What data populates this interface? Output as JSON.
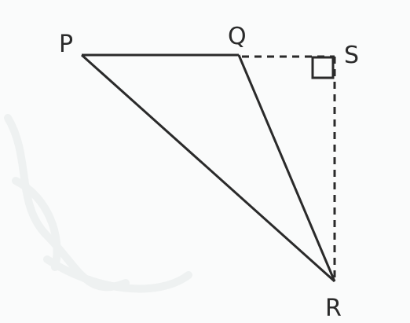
{
  "diagram": {
    "vertices": {
      "P": {
        "label": "P"
      },
      "Q": {
        "label": "Q"
      },
      "S": {
        "label": "S"
      },
      "R": {
        "label": "R"
      }
    },
    "segments": [
      {
        "from": "P",
        "to": "Q",
        "style": "solid"
      },
      {
        "from": "Q",
        "to": "R",
        "style": "solid"
      },
      {
        "from": "P",
        "to": "R",
        "style": "solid"
      },
      {
        "from": "Q",
        "to": "S",
        "style": "dashed"
      },
      {
        "from": "S",
        "to": "R",
        "style": "dashed"
      }
    ],
    "right_angle_at": "S",
    "colors": {
      "line": "#2a2a2a",
      "background": "#fafbfb"
    }
  }
}
